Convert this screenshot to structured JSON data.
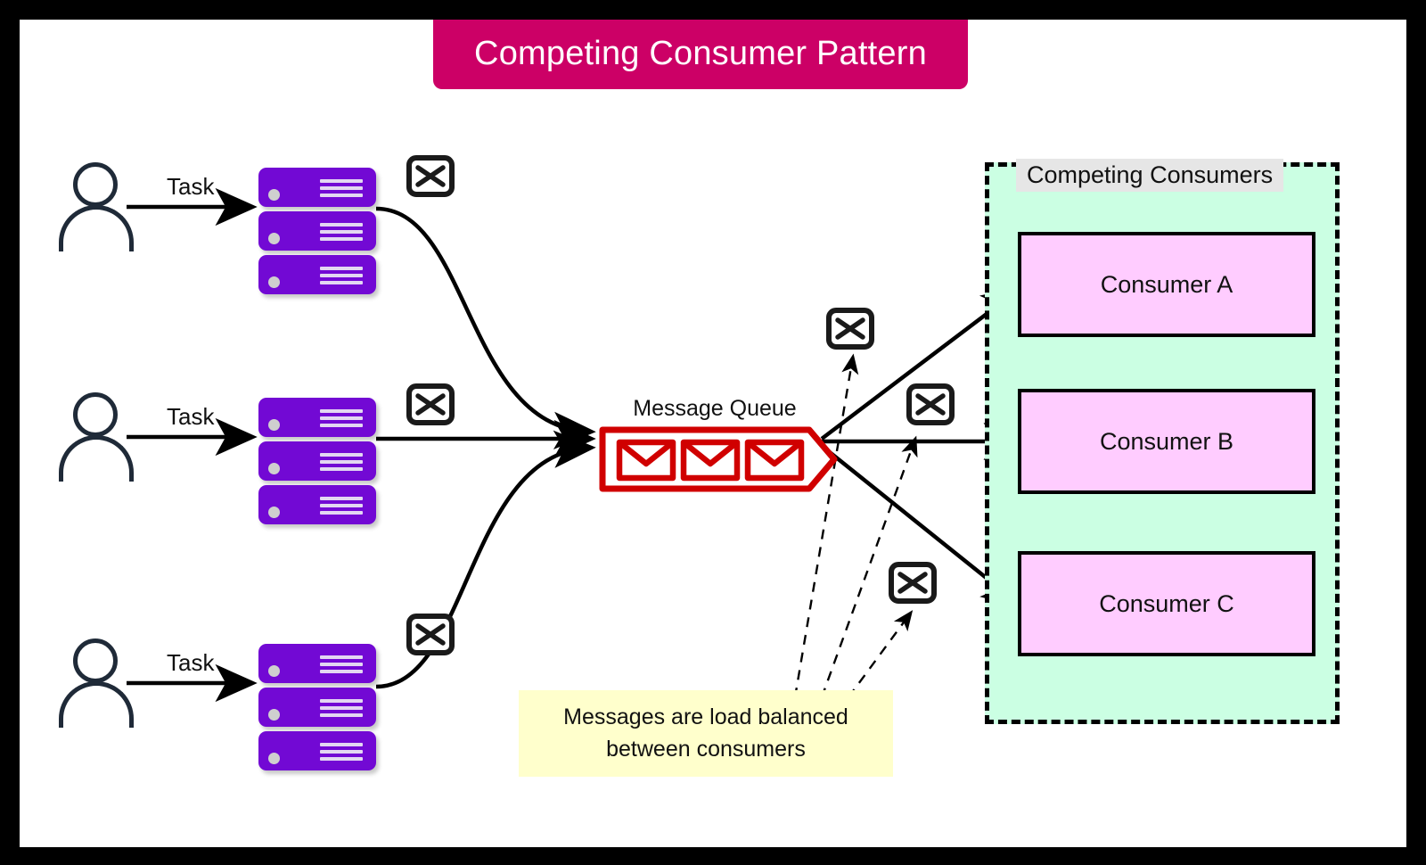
{
  "title": "Competing Consumer Pattern",
  "colors": {
    "title_banner": "#CC0066",
    "server_purple": "#7209D4",
    "queue_red": "#D00000",
    "group_fill": "#CBFFE3",
    "consumer_fill": "#FFCCFF",
    "note_fill": "#FFFFCC",
    "group_label_fill": "#E6E6E6",
    "person_stroke": "#1F2A38",
    "frame": "#000000",
    "canvas": "#FFFFFF"
  },
  "producers": [
    {
      "task_label": "Task",
      "actor_name": "user-icon",
      "server_name": "producer-server-stack",
      "mail_name": "mail-icon"
    },
    {
      "task_label": "Task",
      "actor_name": "user-icon",
      "server_name": "producer-server-stack",
      "mail_name": "mail-icon"
    },
    {
      "task_label": "Task",
      "actor_name": "user-icon",
      "server_name": "producer-server-stack",
      "mail_name": "mail-icon"
    }
  ],
  "queue": {
    "label": "Message Queue",
    "message_count": 3,
    "messages": [
      "message-envelope",
      "message-envelope",
      "message-envelope"
    ]
  },
  "consumer_group": {
    "label": "Competing Consumers",
    "consumers": [
      {
        "label": "Consumer A"
      },
      {
        "label": "Consumer B"
      },
      {
        "label": "Consumer C"
      }
    ]
  },
  "note": {
    "line1": "Messages are load balanced",
    "line2": "between consumers"
  },
  "icons": {
    "mail": "mail-envelope-icon",
    "user": "user-person-icon",
    "server": "server-rack-icon"
  }
}
